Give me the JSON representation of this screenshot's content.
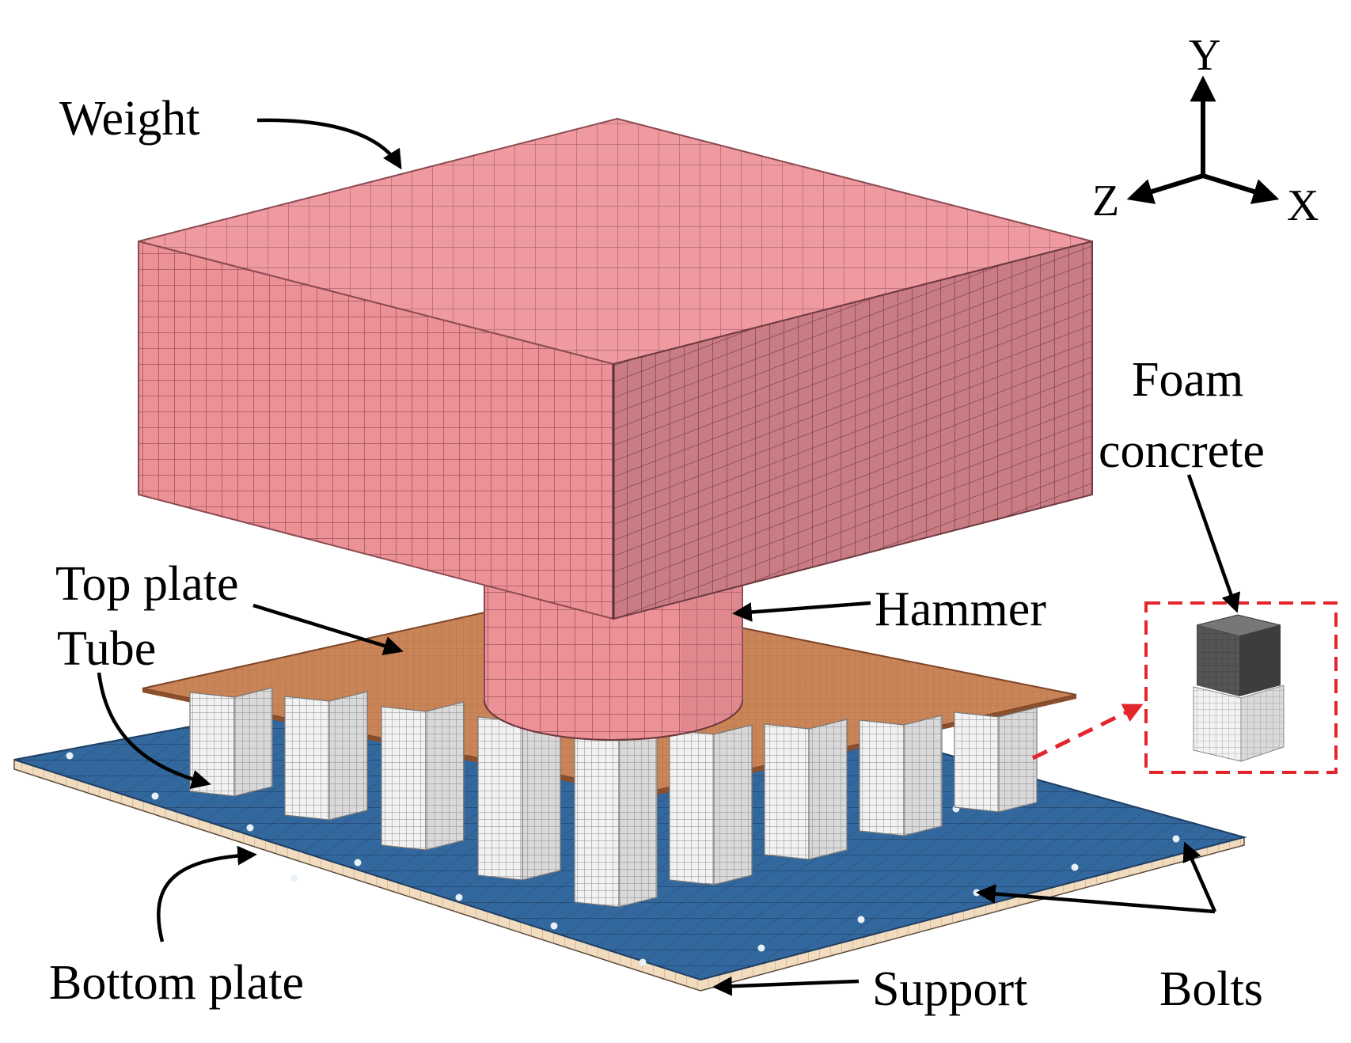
{
  "labels": {
    "weight": "Weight",
    "top_plate": "Top plate",
    "tube": "Tube",
    "hammer": "Hammer",
    "foam_line1": "Foam",
    "foam_line2": "concrete",
    "bottom_plate": "Bottom plate",
    "support": "Support",
    "bolts": "Bolts"
  },
  "axes": {
    "y": "Y",
    "z": "Z",
    "x": "X"
  },
  "colors": {
    "weight_top": "#ef9aa0",
    "weight_front": "#ec9196",
    "weight_side": "#c97c83",
    "weight_grid": "#8c4a52",
    "top_plate": "#c98458",
    "top_plate_grid": "#9a5a34",
    "tube_front": "#f2f2f2",
    "tube_side": "#d9d9d9",
    "tube_grid": "#8a8a8a",
    "bottom_plate": "#33689e",
    "bottom_plate_grid": "#1e3e63",
    "support": "#f2dcc0",
    "foam": "#555555",
    "callout": "#e3262b"
  }
}
